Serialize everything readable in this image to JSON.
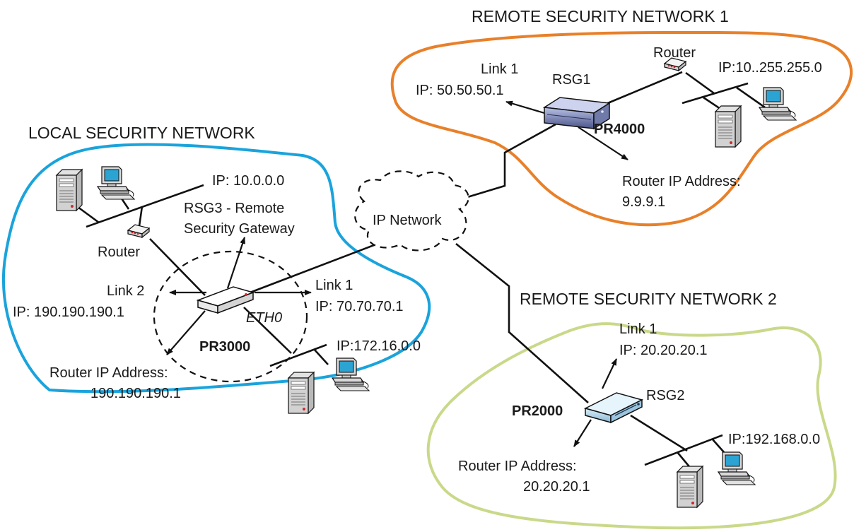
{
  "colors": {
    "local": "#1aa3dc",
    "remote1": "#e8802a",
    "remote2": "#c9d98a",
    "line": "#111111"
  },
  "titles": {
    "local": "LOCAL SECURITY NETWORK",
    "remote1": "REMOTE SECURITY NETWORK 1",
    "remote2": "REMOTE SECURITY NETWORK 2"
  },
  "cloud": {
    "label": "IP Network"
  },
  "local": {
    "lan_ip_top": "IP: 10.0.0.0",
    "gateway_line1": "RSG3 - Remote",
    "gateway_line2": "Security Gateway",
    "router": "Router",
    "link2_line1": "Link 2",
    "link2_line2": "IP: 190.190.190.1",
    "link1_line1": "Link 1",
    "link1_line2": "IP: 70.70.70.1",
    "eth": "ETH0",
    "model": "PR3000",
    "lan_ip_bottom": "IP:172.16.0.0",
    "router_ip_line1": "Router IP Address:",
    "router_ip_line2": "190.190.190.1"
  },
  "remote1": {
    "link_line1": "Link 1",
    "link_line2": "IP: 50.50.50.1",
    "name": "RSG1",
    "router": "Router",
    "lan_ip": "IP:10..255.255.0",
    "model": "PR4000",
    "router_ip_line1": "Router IP Address:",
    "router_ip_line2": "9.9.9.1"
  },
  "remote2": {
    "link_line1": "Link 1",
    "link_line2": "IP: 20.20.20.1",
    "name": "RSG2",
    "model": "PR2000",
    "lan_ip": "IP:192.168.0.0",
    "router_ip_line1": "Router IP Address:",
    "router_ip_line2": "20.20.20.1"
  }
}
